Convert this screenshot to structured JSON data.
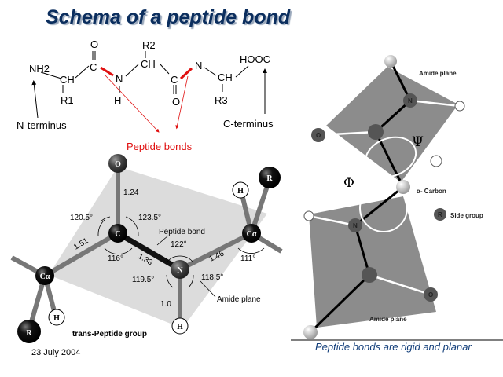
{
  "title": "Schema of a peptide bond",
  "schema": {
    "nh2": "NH2",
    "ch1": "CH",
    "r1": "R1",
    "o1": "O",
    "c1": "C",
    "n1": "N",
    "h1": "H",
    "r2": "R2",
    "ch2": "CH",
    "c2": "C",
    "o2": "O",
    "n2": "N",
    "ch3": "CH",
    "r3": "R3",
    "hooc": "HOOC",
    "n_terminus": "N-terminus",
    "c_terminus": "C-terminus",
    "peptide_bonds": "Peptide bonds"
  },
  "trans_figure": {
    "atoms": {
      "o": "O",
      "c": "C",
      "n": "N",
      "ca": "Cα",
      "r": "R",
      "h": "H"
    },
    "lengths": [
      "1.24",
      "1.51",
      "1.33",
      "1.46",
      "1.0"
    ],
    "angles": [
      "120.5°",
      "123.5°",
      "116°",
      "122°",
      "119.5°",
      "118.5°",
      "111°"
    ],
    "peptide_bond": "Peptide bond",
    "amide_plane": "Amide plane",
    "caption": "trans-Peptide group"
  },
  "rotation_figure": {
    "amide_plane": "Amide plane",
    "alpha_carbon": "α- Carbon",
    "side_group": "Side group",
    "psi": "Ψ",
    "phi": "Φ",
    "atom_o": "O",
    "atom_n": "N",
    "atom_r": "R"
  },
  "date": "23 July 2004",
  "caption": "Peptide bonds are rigid and planar",
  "colors": {
    "title": "#0b2e5e",
    "accent_red": "#e01010",
    "caption": "#123e7a"
  }
}
